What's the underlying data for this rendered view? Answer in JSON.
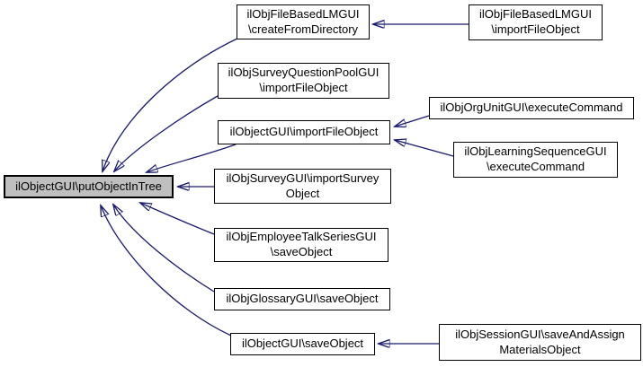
{
  "diagram": {
    "type": "caller-graph",
    "colors": {
      "edge": "#191970",
      "node_fill": "#ffffff",
      "node_border": "#000000",
      "highlight_fill": "#bfbfbf"
    },
    "nodes": [
      {
        "id": "putObjectInTree",
        "label": "ilObjectGUI\\putObjectInTree",
        "highlighted": true
      },
      {
        "id": "createFromDirectory",
        "label": "ilObjFileBasedLMGUI\n\\createFromDirectory",
        "highlighted": false
      },
      {
        "id": "lmImportFileObject",
        "label": "ilObjFileBasedLMGUI\n\\importFileObject",
        "highlighted": false
      },
      {
        "id": "poolImportFileObject",
        "label": "ilObjSurveyQuestionPoolGUI\n\\importFileObject",
        "highlighted": false
      },
      {
        "id": "objImportFileObject",
        "label": "ilObjectGUI\\importFileObject",
        "highlighted": false
      },
      {
        "id": "orgUnitExecuteCommand",
        "label": "ilObjOrgUnitGUI\\executeCommand",
        "highlighted": false
      },
      {
        "id": "lsExecuteCommand",
        "label": "ilObjLearningSequenceGUI\n\\executeCommand",
        "highlighted": false
      },
      {
        "id": "importSurveyObject",
        "label": "ilObjSurveyGUI\\importSurvey\nObject",
        "highlighted": false
      },
      {
        "id": "talkSeriesSaveObject",
        "label": "ilObjEmployeeTalkSeriesGUI\n\\saveObject",
        "highlighted": false
      },
      {
        "id": "glossarySaveObject",
        "label": "ilObjGlossaryGUI\\saveObject",
        "highlighted": false
      },
      {
        "id": "objSaveObject",
        "label": "ilObjectGUI\\saveObject",
        "highlighted": false
      },
      {
        "id": "sessionSaveAndAssign",
        "label": "ilObjSessionGUI\\saveAndAssign\nMaterialsObject",
        "highlighted": false
      }
    ]
  }
}
